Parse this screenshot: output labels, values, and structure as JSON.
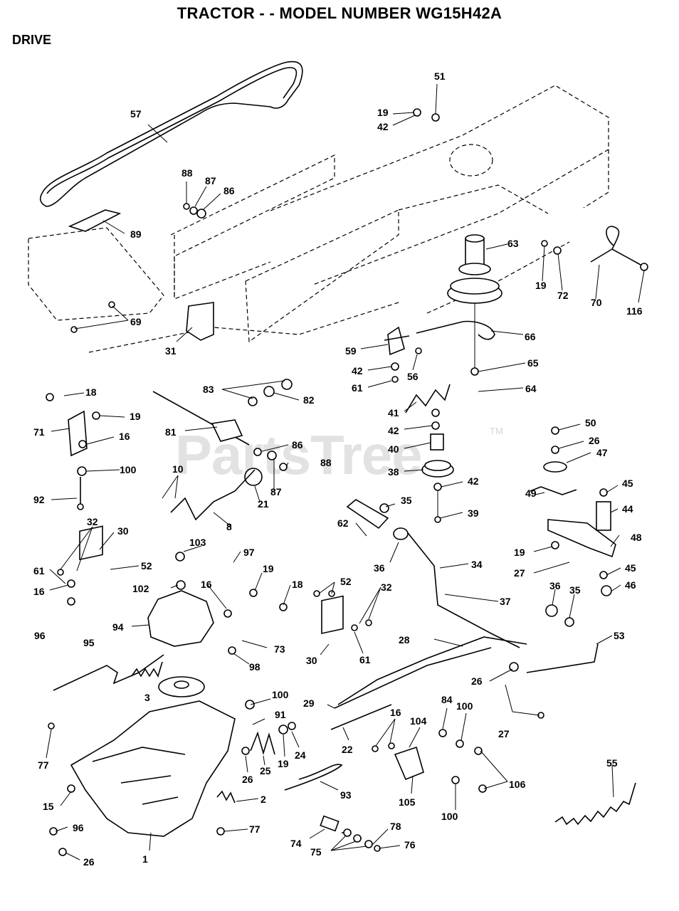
{
  "header": {
    "title": "TRACTOR - - MODEL NUMBER WG15H42A",
    "section": "DRIVE"
  },
  "watermark": {
    "text": "PartsTree",
    "trademark": "TM"
  },
  "callouts": {
    "c1": "1",
    "c2": "2",
    "c3": "3",
    "c8": "8",
    "c10": "10",
    "c15": "15",
    "c16a": "16",
    "c16b": "16",
    "c16c": "16",
    "c16d": "16",
    "c18a": "18",
    "c18b": "18",
    "c19a": "19",
    "c19b": "19",
    "c19c": "19",
    "c19d": "19",
    "c19e": "19",
    "c19f": "19",
    "c21": "21",
    "c22": "22",
    "c24": "24",
    "c25": "25",
    "c26a": "26",
    "c26b": "26",
    "c26c": "26",
    "c26d": "26",
    "c27a": "27",
    "c27b": "27",
    "c28": "28",
    "c29": "29",
    "c30a": "30",
    "c30b": "30",
    "c31": "31",
    "c32a": "32",
    "c32b": "32",
    "c34": "34",
    "c35a": "35",
    "c35b": "35",
    "c36a": "36",
    "c36b": "36",
    "c37": "37",
    "c38": "38",
    "c39": "39",
    "c40": "40",
    "c41": "41",
    "c42a": "42",
    "c42b": "42",
    "c42c": "42",
    "c42d": "42",
    "c44": "44",
    "c45a": "45",
    "c45b": "45",
    "c46": "46",
    "c47": "47",
    "c48": "48",
    "c49": "49",
    "c50": "50",
    "c51": "51",
    "c52a": "52",
    "c52b": "52",
    "c53": "53",
    "c55": "55",
    "c56": "56",
    "c57": "57",
    "c59": "59",
    "c61a": "61",
    "c61b": "61",
    "c61c": "61",
    "c62": "62",
    "c63": "63",
    "c64": "64",
    "c65": "65",
    "c66": "66",
    "c69": "69",
    "c70": "70",
    "c71": "71",
    "c72": "72",
    "c73": "73",
    "c74": "74",
    "c75": "75",
    "c76": "76",
    "c77a": "77",
    "c77b": "77",
    "c78": "78",
    "c81": "81",
    "c82": "82",
    "c83": "83",
    "c84": "84",
    "c86a": "86",
    "c86b": "86",
    "c87a": "87",
    "c87b": "87",
    "c88a": "88",
    "c88b": "88",
    "c89": "89",
    "c91": "91",
    "c92": "92",
    "c93": "93",
    "c94": "94",
    "c95": "95",
    "c96a": "96",
    "c96b": "96",
    "c97": "97",
    "c98": "98",
    "c100a": "100",
    "c100b": "100",
    "c100c": "100",
    "c100d": "100",
    "c102": "102",
    "c103": "103",
    "c104": "104",
    "c105": "105",
    "c106": "106",
    "c116": "116"
  }
}
